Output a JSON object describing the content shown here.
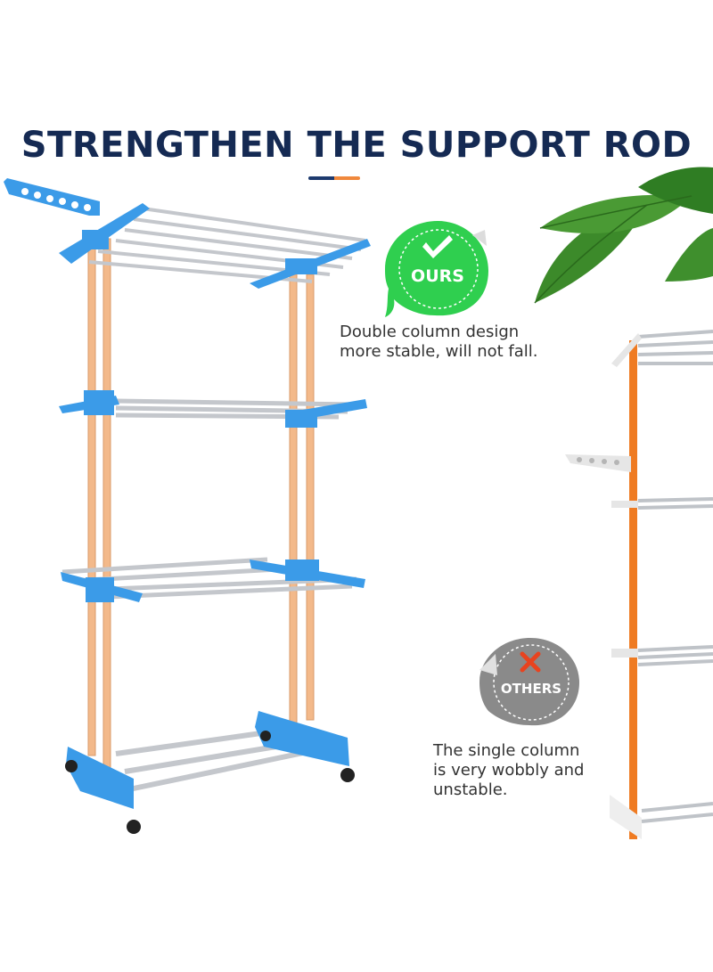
{
  "headline": "STRENGTHEN THE SUPPORT ROD",
  "ours": {
    "badge_label": "OURS",
    "description_line1": "Double column design",
    "description_line2": "more stable, will not fall."
  },
  "others": {
    "badge_label": "OTHERS",
    "description_line1": "The single column",
    "description_line2": "is very wobbly and",
    "description_line3": "unstable."
  },
  "colors": {
    "headline": "#152a53",
    "ours_badge": "#2fcf4f",
    "others_badge": "#8a8a8a",
    "rack_blue": "#3b9be8",
    "rack_pole": "#f3b98a",
    "other_pole": "#ef7b22"
  }
}
